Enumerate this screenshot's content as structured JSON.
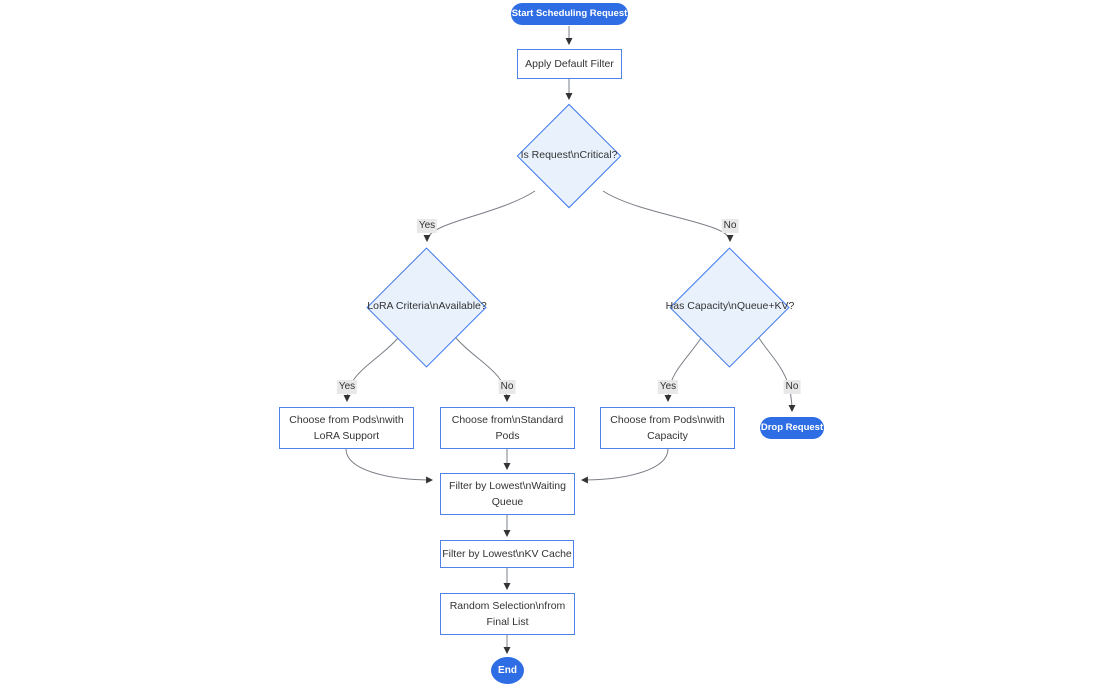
{
  "nodes": {
    "start": {
      "label": "Start Scheduling Request",
      "shape": "pill"
    },
    "apply_filter": {
      "label": "Apply Default Filter",
      "shape": "rect"
    },
    "is_critical": {
      "label": "Is Request\\nCritical?",
      "shape": "diamond"
    },
    "lora_criteria": {
      "label": "LoRA Criteria\\nAvailable?",
      "shape": "diamond"
    },
    "has_capacity": {
      "label": "Has Capacity\\nQueue+KV?",
      "shape": "diamond"
    },
    "choose_lora_pods": {
      "label": "Choose from Pods\\nwith LoRA Support",
      "shape": "rect"
    },
    "choose_standard": {
      "label": "Choose from\\nStandard Pods",
      "shape": "rect"
    },
    "choose_capacity": {
      "label": "Choose from Pods\\nwith Capacity",
      "shape": "rect"
    },
    "drop_request": {
      "label": "Drop Request",
      "shape": "pill"
    },
    "filter_waiting": {
      "label": "Filter by Lowest\\nWaiting Queue",
      "shape": "rect"
    },
    "filter_kv": {
      "label": "Filter by Lowest\\nKV Cache",
      "shape": "rect"
    },
    "random_selection": {
      "label": "Random Selection\\nfrom Final List",
      "shape": "rect"
    },
    "end": {
      "label": "End",
      "shape": "pill"
    }
  },
  "edges": {
    "critical_yes": {
      "from": "is_critical",
      "to": "lora_criteria",
      "label": "Yes"
    },
    "critical_no": {
      "from": "is_critical",
      "to": "has_capacity",
      "label": "No"
    },
    "lora_yes": {
      "from": "lora_criteria",
      "to": "choose_lora_pods",
      "label": "Yes"
    },
    "lora_no": {
      "from": "lora_criteria",
      "to": "choose_standard",
      "label": "No"
    },
    "capacity_yes": {
      "from": "has_capacity",
      "to": "choose_capacity",
      "label": "Yes"
    },
    "capacity_no": {
      "from": "has_capacity",
      "to": "drop_request",
      "label": "No"
    }
  },
  "colors": {
    "pill_fill": "#2e6de4",
    "pill_text": "#ffffff",
    "rect_fill": "#ffffff",
    "rect_border": "#4f81e8",
    "diamond_fill": "#e9f1fc",
    "diamond_border": "#3e79ec",
    "node_text": "#333333",
    "edge_color": "#7a7f87",
    "arrow_color": "#333333",
    "label_bg": "#e8e8e8",
    "label_text": "#333333"
  }
}
